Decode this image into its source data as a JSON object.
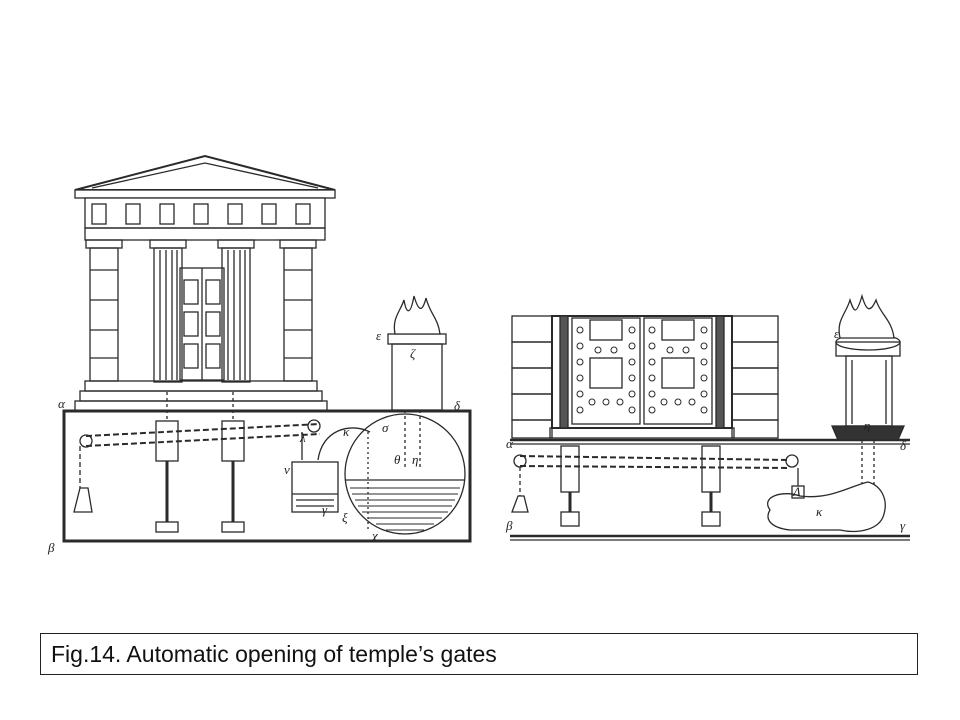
{
  "caption": "Fig.14. Automatic opening of temple’s gates",
  "left_labels": {
    "alpha": "α",
    "beta": "β",
    "gamma": "γ",
    "delta": "δ",
    "epsilon": "ε",
    "zeta": "ζ",
    "eta": "η",
    "theta": "θ",
    "kappa": "κ",
    "lambda": "λ",
    "nu": "ν",
    "xi": "ξ",
    "sigma": "σ",
    "chi": "χ"
  },
  "right_labels": {
    "alpha": "α",
    "beta": "β",
    "gamma": "γ",
    "delta": "δ",
    "epsilon": "ε",
    "eta": "η",
    "kappa": "κ",
    "lambda": "Λ"
  },
  "colors": {
    "ink": "#2a2a2a",
    "paper": "#ffffff",
    "water": "#3a3a3a"
  }
}
